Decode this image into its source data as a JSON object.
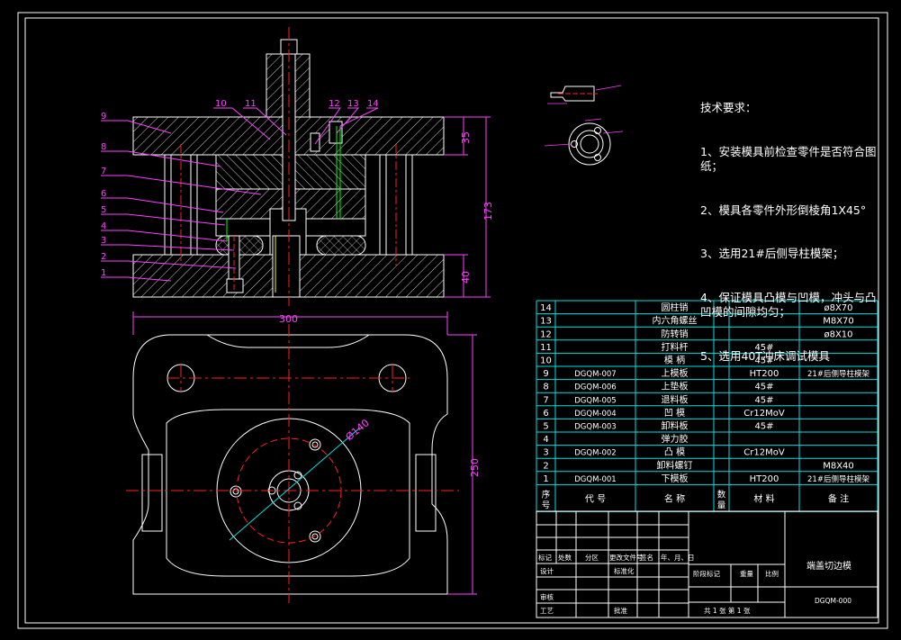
{
  "notes": {
    "heading": "技术要求：",
    "items": [
      "1、安装模具前检查零件是否符合图纸；",
      "2、模具各零件外形倒棱角1X45°",
      "3、选用21#后侧导柱模架；",
      "4、保证模具凸模与凹模，冲头与凸凹模的间隙均匀；",
      "5、选用40T冲床调试模具"
    ]
  },
  "dimensions": {
    "h35": "35",
    "h173": "173",
    "h40": "40",
    "w300": "300",
    "h250": "250",
    "d140": "Ø140"
  },
  "callouts": {
    "left": [
      "9",
      "8",
      "7",
      "6",
      "5",
      "4",
      "3",
      "2",
      "1"
    ],
    "top": [
      "10",
      "11",
      "12",
      "13",
      "14"
    ]
  },
  "bom": {
    "rows": [
      {
        "no": "14",
        "code": "",
        "name": "圆柱销",
        "qty": "",
        "material": "",
        "remark": "ø8X70"
      },
      {
        "no": "13",
        "code": "",
        "name": "内六角螺丝",
        "qty": "",
        "material": "",
        "remark": "M8X70"
      },
      {
        "no": "12",
        "code": "",
        "name": "防转销",
        "qty": "",
        "material": "",
        "remark": "ø8X10"
      },
      {
        "no": "11",
        "code": "",
        "name": "打料杆",
        "qty": "",
        "material": "45#",
        "remark": ""
      },
      {
        "no": "10",
        "code": "",
        "name": "模  柄",
        "qty": "",
        "material": "45#",
        "remark": ""
      },
      {
        "no": "9",
        "code": "DGQM-007",
        "name": "上模板",
        "qty": "",
        "material": "HT200",
        "remark": "21#后侧导柱模架"
      },
      {
        "no": "8",
        "code": "DGQM-006",
        "name": "上垫板",
        "qty": "",
        "material": "45#",
        "remark": ""
      },
      {
        "no": "7",
        "code": "DGQM-005",
        "name": "退料板",
        "qty": "",
        "material": "45#",
        "remark": ""
      },
      {
        "no": "6",
        "code": "DGQM-004",
        "name": "凹  模",
        "qty": "",
        "material": "Cr12MoV",
        "remark": ""
      },
      {
        "no": "5",
        "code": "DGQM-003",
        "name": "卸料板",
        "qty": "",
        "material": "45#",
        "remark": ""
      },
      {
        "no": "4",
        "code": "",
        "name": "弹力胶",
        "qty": "",
        "material": "",
        "remark": ""
      },
      {
        "no": "3",
        "code": "DGQM-002",
        "name": "凸  模",
        "qty": "",
        "material": "Cr12MoV",
        "remark": ""
      },
      {
        "no": "2",
        "code": "",
        "name": "卸料螺钉",
        "qty": "",
        "material": "",
        "remark": "M8X40"
      },
      {
        "no": "1",
        "code": "DGQM-001",
        "name": "下模板",
        "qty": "",
        "material": "HT200",
        "remark": "21#后侧导柱模架"
      }
    ],
    "header": {
      "no": "序号",
      "code": "代  号",
      "name": "名  称",
      "qty": "数量",
      "material": "材  料",
      "remark": "备  注"
    }
  },
  "title_block": {
    "r1": [
      "标记",
      "处数",
      "分区",
      "更改文件号",
      "签名",
      "年、月、日"
    ],
    "design": "设计",
    "standard": "标准化",
    "stage": "阶段标记",
    "weight": "重量",
    "scale": "比例",
    "review": "审核",
    "process": "工艺",
    "approve": "批准",
    "sheets": "共  1  张  第  1  张",
    "drawing_name": "端盖切边模",
    "drawing_code": "DGQM-000"
  },
  "colors": {
    "outline": "#ffffff",
    "hatch": "#ffffff",
    "center": "#ff2020",
    "callout": "#ff40ff",
    "dimension": "#ff40ff",
    "table": "#00e0e0",
    "spring": "#00ff00",
    "hidden": "#ffff00"
  }
}
